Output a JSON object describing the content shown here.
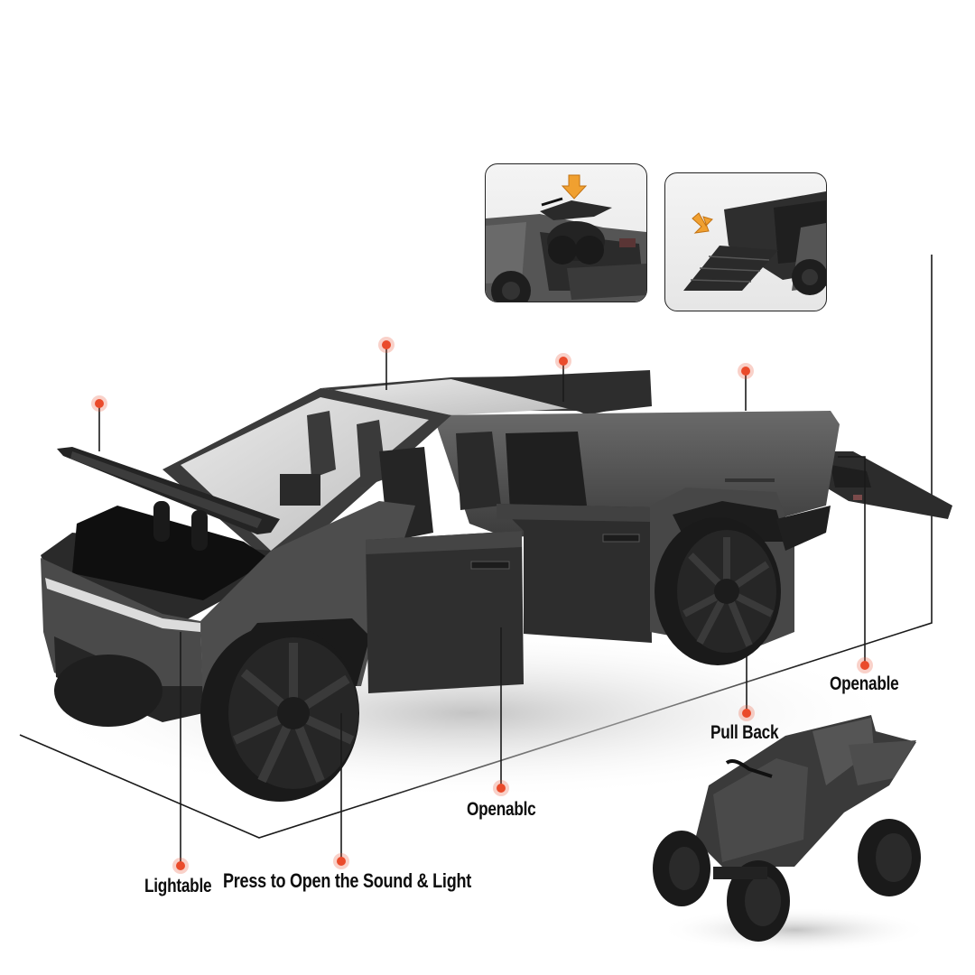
{
  "product": {
    "name": "Cybertruck die-cast pickup model with ATV",
    "body_color": "#4a4a4a",
    "accent_color": "#ea4b2b"
  },
  "insets": [
    {
      "id": "atv-loading",
      "description": "ATV loaded into truck bed",
      "arrow": "down-arrow",
      "arrow_color": "#f0a030"
    },
    {
      "id": "ramp-deployed",
      "description": "Tailgate ramp extended",
      "arrow": "diagonal-arrow",
      "arrow_color": "#f0a030"
    }
  ],
  "callouts": [
    {
      "id": "hood",
      "text": "",
      "marker": "dot"
    },
    {
      "id": "roof",
      "text": "",
      "marker": "dot"
    },
    {
      "id": "rear-window",
      "text": "",
      "marker": "dot"
    },
    {
      "id": "bed-cover",
      "text": "",
      "marker": "dot"
    },
    {
      "id": "lightable",
      "text": "Lightable",
      "marker": "dot"
    },
    {
      "id": "sound-light",
      "text": "Press to Open the Sound & Light",
      "marker": "dot"
    },
    {
      "id": "door",
      "text": "Openablc",
      "marker": "dot"
    },
    {
      "id": "pull-back",
      "text": "Pull Back",
      "marker": "dot"
    },
    {
      "id": "tailgate",
      "text": "Openable",
      "marker": "dot"
    }
  ]
}
